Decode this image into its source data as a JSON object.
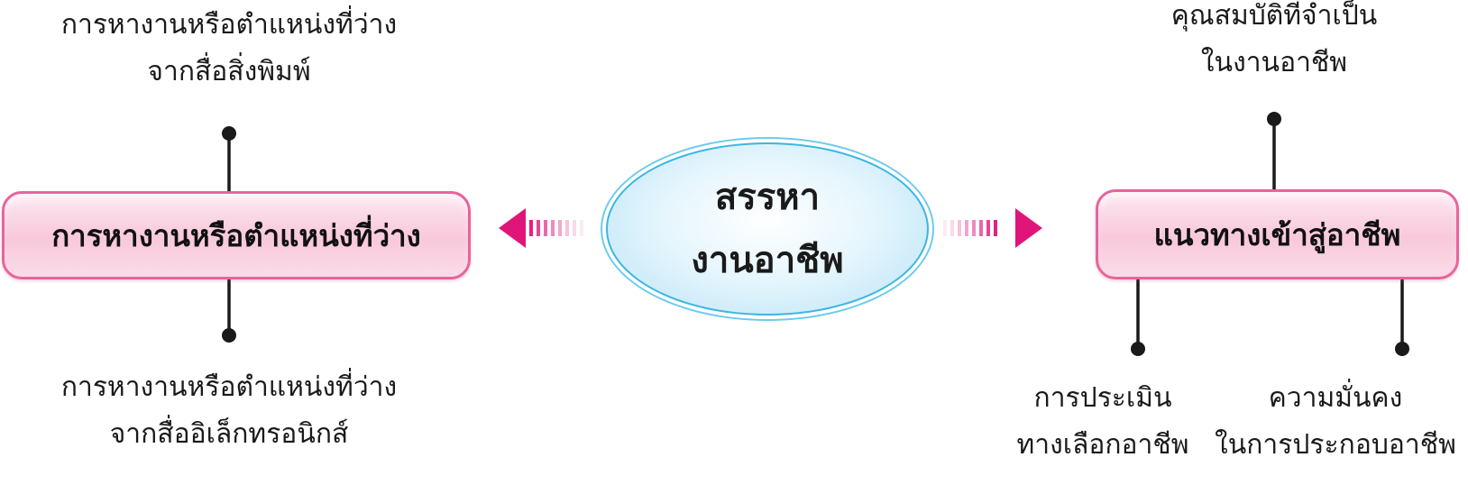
{
  "center": {
    "line1": "สรรหา",
    "line2": "งานอาชีพ"
  },
  "left_node": {
    "label": "การหางานหรือตำแหน่งที่ว่าง",
    "top_item": {
      "line1": "การหางานหรือตำแหน่งที่ว่าง",
      "line2": "จากสื่อสิ่งพิมพ์"
    },
    "bottom_item": {
      "line1": "การหางานหรือตำแหน่งที่ว่าง",
      "line2": "จากสื่ออิเล็กทรอนิกส์"
    }
  },
  "right_node": {
    "label": "แนวทางเข้าสู่อาชีพ",
    "top_item": {
      "line1": "คุณสมบัติที่จำเป็น",
      "line2": "ในงานอาชีพ"
    },
    "bottom_left_item": {
      "line1": "การประเมิน",
      "line2": "ทางเลือกอาชีพ"
    },
    "bottom_right_item": {
      "line1": "ความมั่นคง",
      "line2": "ในการประกอบอาชีพ"
    }
  },
  "colors": {
    "accent_pink": "#e0157a",
    "box_border": "#e8649c",
    "ellipse_border": "#3db6e0",
    "connector": "#1a1a1a"
  }
}
